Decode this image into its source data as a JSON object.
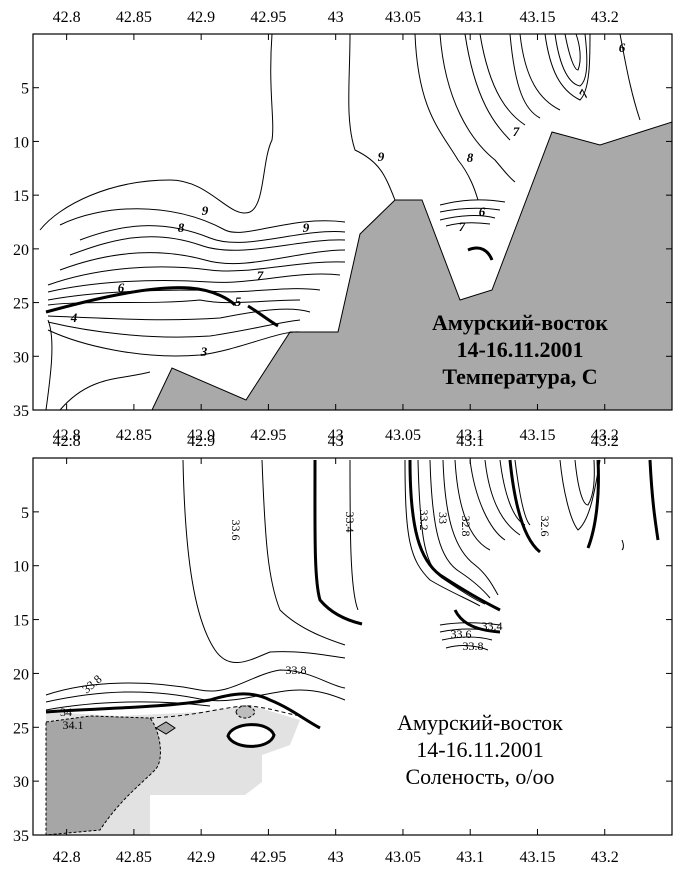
{
  "chart_data": [
    {
      "type": "contour",
      "x_ticks": [
        "42.8",
        "42.85",
        "42.9",
        "42.95",
        "43",
        "43.05",
        "43.1",
        "43.15",
        "43.2"
      ],
      "x_tick_values": [
        42.8,
        42.85,
        42.9,
        42.95,
        43,
        43.05,
        43.1,
        43.15,
        43.2
      ],
      "y_ticks": [
        "5",
        "10",
        "15",
        "20",
        "25",
        "30",
        "35"
      ],
      "y_tick_values": [
        5,
        10,
        15,
        20,
        25,
        30,
        35
      ],
      "xlim": [
        42.775,
        43.25
      ],
      "ylim": [
        35,
        0
      ],
      "contour_labels": [
        "9",
        "8",
        "9",
        "7",
        "6",
        "5",
        "4",
        "3",
        "9",
        "8",
        "7",
        "6",
        "7",
        "6",
        "7"
      ],
      "annotation": [
        "Амурский-восток",
        "14-16.11.2001",
        "Температура, С"
      ]
    },
    {
      "type": "contour",
      "x_ticks": [
        "42.8",
        "42.9",
        "43",
        "43.1",
        "43.2"
      ],
      "x_tick_values": [
        42.8,
        42.9,
        43,
        43.1,
        43.2
      ],
      "x_ticks_bottom": [
        "42.8",
        "42.85",
        "42.9",
        "42.95",
        "43",
        "43.05",
        "43.1",
        "43.15",
        "43.2"
      ],
      "x_tick_values_bottom": [
        42.8,
        42.85,
        42.9,
        42.95,
        43,
        43.05,
        43.1,
        43.15,
        43.2
      ],
      "y_ticks": [
        "5",
        "10",
        "15",
        "20",
        "25",
        "30",
        "35"
      ],
      "y_tick_values": [
        5,
        10,
        15,
        20,
        25,
        30,
        35
      ],
      "xlim": [
        42.775,
        43.25
      ],
      "ylim": [
        35,
        0
      ],
      "contour_labels": [
        "33.6",
        "33.4",
        "33.2",
        "33",
        "32.8",
        "32.6",
        "33.8",
        "33.8",
        "34",
        "34.1",
        "33.4",
        "33.6",
        "33.8"
      ],
      "annotation": [
        "Амурский-восток",
        "14-16.11.2001",
        "Соленость, о/оо"
      ]
    }
  ]
}
